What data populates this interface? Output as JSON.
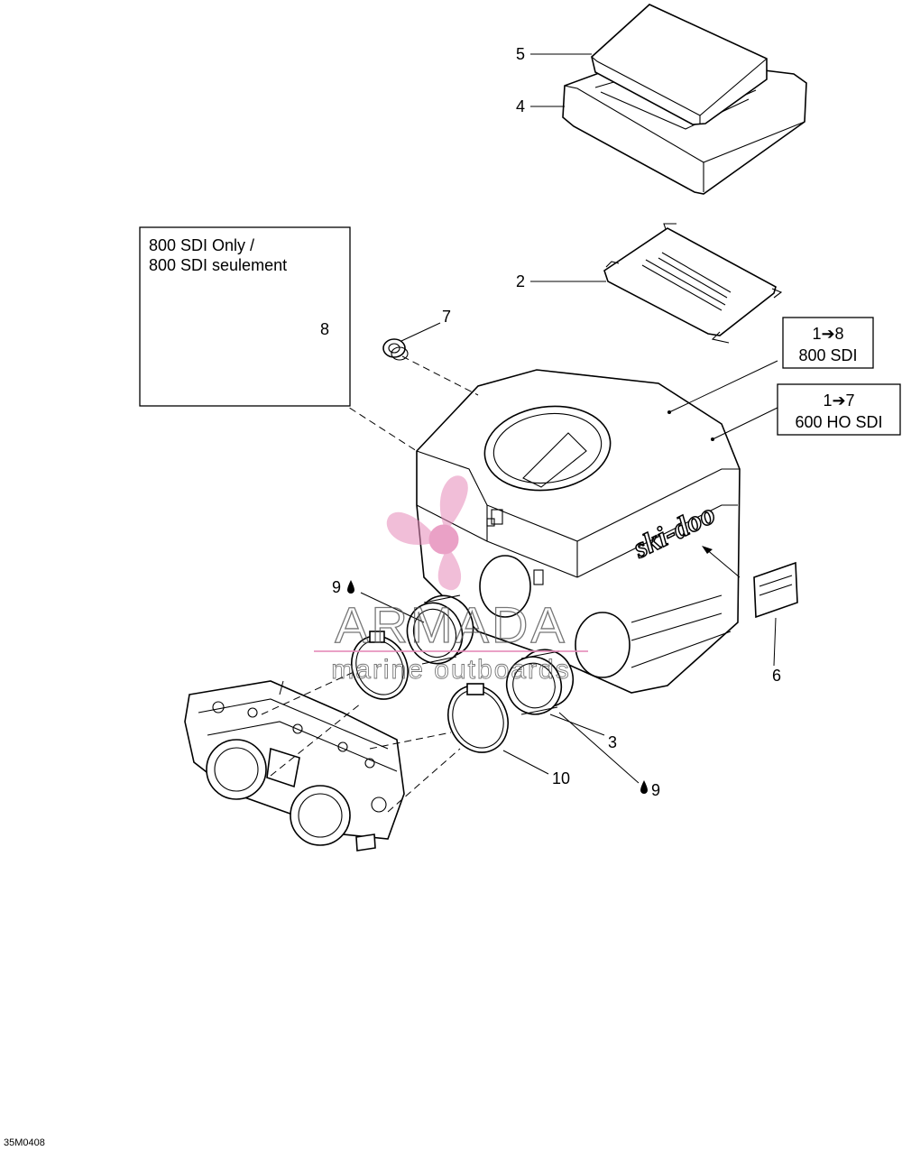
{
  "callouts": {
    "c5": "5",
    "c4": "4",
    "c2": "2",
    "c7": "7",
    "c8": "8",
    "c9a": "9",
    "c6": "6",
    "c3": "3",
    "c10": "10",
    "c9b": "9"
  },
  "note_box": {
    "line1": "800 SDI Only /",
    "line2": "800 SDI seulement"
  },
  "range_box_1": {
    "range": "1➔8",
    "model": "800 SDI"
  },
  "range_box_2": {
    "range": "1➔7",
    "model": "600 HO SDI"
  },
  "housing_logo": "ski-doo",
  "watermark": {
    "name": "ARMADA",
    "tagline": "marine outboards",
    "color": "#e0529a"
  },
  "figure_code": "35M0408",
  "icons": {
    "lubricant": "oil-drop-icon",
    "logo": "propeller-logo-icon"
  }
}
